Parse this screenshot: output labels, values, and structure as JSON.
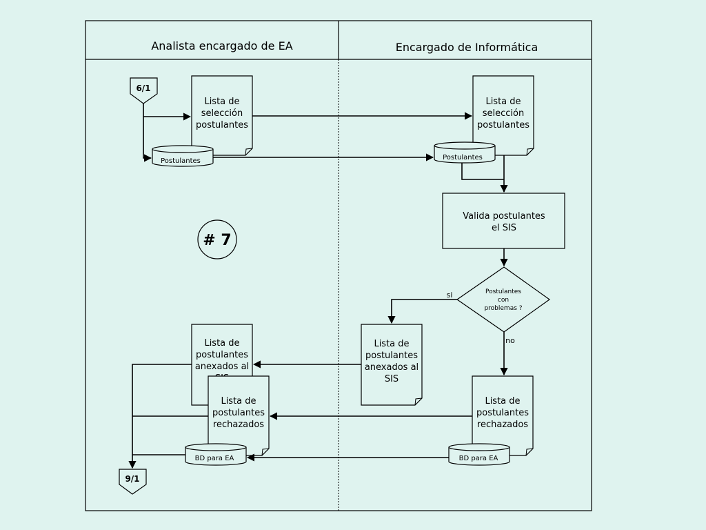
{
  "lanes": {
    "left_title": "Analista encargado de EA",
    "right_title": "Encargado de Informática"
  },
  "connectors": {
    "start": "6/1",
    "end": "9/1"
  },
  "page_marker": "# 7",
  "docs": {
    "seleccion_left": [
      "Lista de",
      "selección",
      "postulantes"
    ],
    "seleccion_right": [
      "Lista de",
      "selección",
      "postulantes"
    ],
    "anexados_left": [
      "Lista de",
      "postulantes",
      "anexados al",
      "SIS"
    ],
    "anexados_right": [
      "Lista de",
      "postulantes",
      "anexados al",
      "SIS"
    ],
    "rechazados_left": [
      "Lista de",
      "postulantes",
      "rechazados"
    ],
    "rechazados_right": [
      "Lista de",
      "postulantes",
      "rechazados"
    ]
  },
  "databases": {
    "postulantes_left": "Postulantes",
    "postulantes_right": "Postulantes",
    "bd_left": "BD para EA",
    "bd_right": "BD para EA"
  },
  "process": {
    "valida": [
      "Valida postulantes",
      "el SIS"
    ]
  },
  "decision": {
    "text": [
      "Postulantes",
      "con",
      "problemas ?"
    ],
    "yes": "si",
    "no": "no"
  }
}
